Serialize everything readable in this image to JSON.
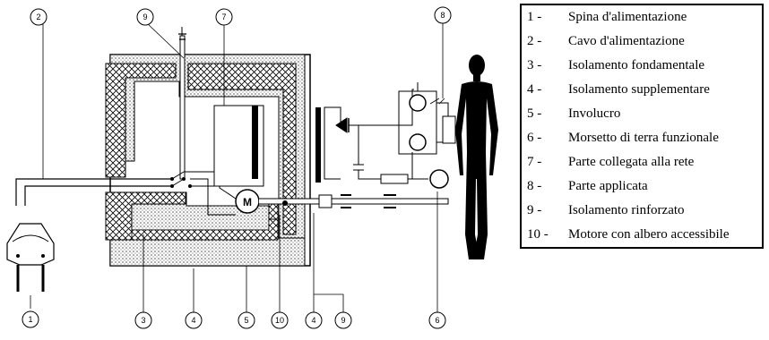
{
  "callouts": [
    "1",
    "2",
    "3",
    "4",
    "5",
    "6",
    "7",
    "8",
    "9",
    "10"
  ],
  "legend": [
    {
      "num": "1 -",
      "label": "Spina d'alimentazione"
    },
    {
      "num": "2 -",
      "label": "Cavo d'alimentazione"
    },
    {
      "num": "3 -",
      "label": "Isolamento fondamentale"
    },
    {
      "num": "4 -",
      "label": "Isolamento supplementare"
    },
    {
      "num": "5 -",
      "label": "Involucro"
    },
    {
      "num": "6 -",
      "label": "Morsetto di terra funzionale"
    },
    {
      "num": "7 -",
      "label": "Parte collegata alla rete"
    },
    {
      "num": "8 -",
      "label": "Parte applicata"
    },
    {
      "num": "9 -",
      "label": "Isolamento rinforzato"
    },
    {
      "num": "10 -",
      "label": "Motore con albero accessibile"
    }
  ],
  "motor_symbol": "M",
  "colors": {
    "line": "#000000",
    "dotted_fill": "#cfcfcf",
    "background": "#ffffff"
  }
}
